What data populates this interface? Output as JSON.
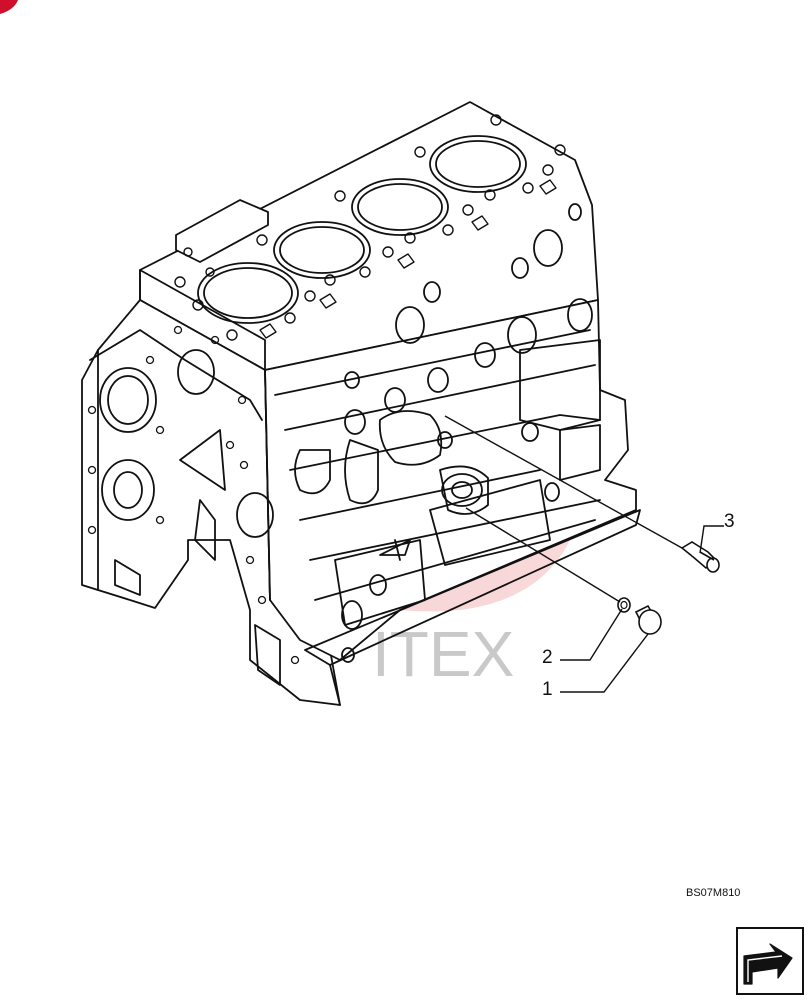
{
  "callouts": [
    {
      "id": "3",
      "label": "3"
    },
    {
      "id": "2",
      "label": "2"
    },
    {
      "id": "1",
      "label": "1"
    }
  ],
  "drawing_code": "BS07M810",
  "watermark": "ITEX",
  "colors": {
    "line": "#111111",
    "watermark_red": "#f2b8b8",
    "corner_mark": "#d0102a"
  },
  "icons": {
    "nav_button": "arrow-next-icon",
    "corner": "corner-tab-icon"
  }
}
